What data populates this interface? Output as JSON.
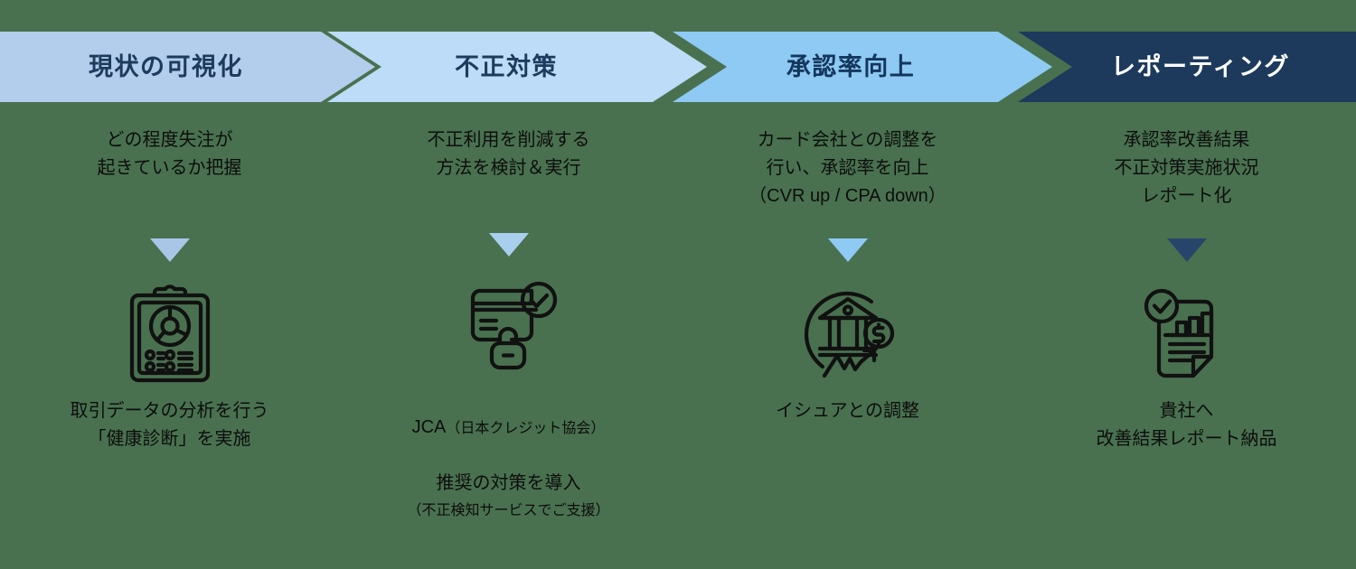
{
  "banner": {
    "steps": [
      {
        "label": "現状の可視化",
        "color": "#b3cdec",
        "text_color": "#1d3b5c"
      },
      {
        "label": "不正対策",
        "color": "#bcdcf7",
        "text_color": "#1d3b5c"
      },
      {
        "label": "承認率向上",
        "color": "#8ecaf3",
        "text_color": "#14365c"
      },
      {
        "label": "レポーティング",
        "color": "#1d3a5c",
        "text_color": "#ffffff"
      }
    ]
  },
  "columns": [
    {
      "description": "どの程度失注が\n起きているか把握",
      "arrow_color": "#a9c6e6",
      "icon": "clipboard-chart-icon",
      "caption": "取引データの分析を行う\n「健康診断」を実施",
      "caption_note": "",
      "caption_suffix": ""
    },
    {
      "description": "不正利用を削減する\n方法を検討＆実行",
      "arrow_color": "#a9cfee",
      "icon": "credit-card-lock-check-icon",
      "caption_head": "JCA",
      "caption_head_small": "（日本クレジット協会）",
      "caption": "推奨の対策を導入",
      "caption_note": "（不正検知サービスでご支援）"
    },
    {
      "description": "カード会社との調整を\n行い、承認率を向上\n（CVR up / CPA down）",
      "arrow_color": "#8ecaf3",
      "icon": "bank-growth-dollar-icon",
      "caption": "イシュアとの調整",
      "caption_note": ""
    },
    {
      "description": "承認率改善結果\n不正対策実施状況\nレポート化",
      "arrow_color": "#27456b",
      "icon": "report-chart-check-icon",
      "caption": "貴社へ\n改善結果レポート納品",
      "caption_note": ""
    }
  ],
  "theme": {
    "background": "#49714f",
    "icon_stroke": "#111111",
    "text_color": "#0d0d0d"
  }
}
